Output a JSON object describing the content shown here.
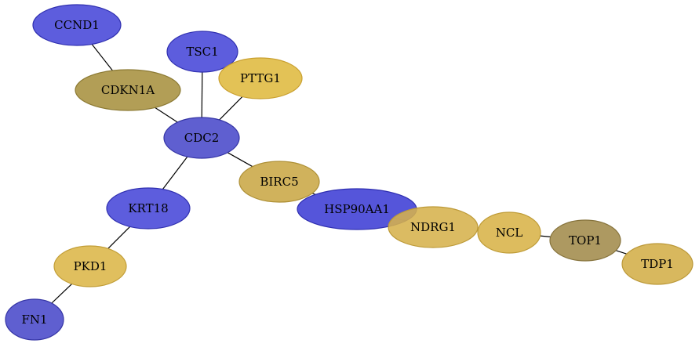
{
  "nodes": [
    {
      "id": "CCND1",
      "label": "CCND1",
      "fill": "#4B4BD9",
      "stroke": "#3030B0",
      "opacity": 0.9
    },
    {
      "id": "TSC1",
      "label": "TSC1",
      "fill": "#4B4BD9",
      "stroke": "#3030B0",
      "opacity": 0.9
    },
    {
      "id": "PTTG1",
      "label": "PTTG1",
      "fill": "#E0BB44",
      "stroke": "#C9A030",
      "opacity": 0.9
    },
    {
      "id": "CDKN1A",
      "label": "CDKN1A",
      "fill": "#AA9444",
      "stroke": "#8C7A34",
      "opacity": 0.9
    },
    {
      "id": "CDC2",
      "label": "CDC2",
      "fill": "#4E4ECB",
      "stroke": "#3535A5",
      "opacity": 0.9
    },
    {
      "id": "BIRC5",
      "label": "BIRC5",
      "fill": "#CBAA4A",
      "stroke": "#AE9036",
      "opacity": 0.9
    },
    {
      "id": "KRT18",
      "label": "KRT18",
      "fill": "#4B4BD9",
      "stroke": "#3030B0",
      "opacity": 0.9
    },
    {
      "id": "HSP90AA1",
      "label": "HSP90AA1",
      "fill": "#4242D6",
      "stroke": "#2E2EB0",
      "opacity": 0.9
    },
    {
      "id": "NDRG1",
      "label": "NDRG1",
      "fill": "#D6B24C",
      "stroke": "#BD9A38",
      "opacity": 0.88
    },
    {
      "id": "NCL",
      "label": "NCL",
      "fill": "#D9B54D",
      "stroke": "#BF9C38",
      "opacity": 0.9
    },
    {
      "id": "TOP1",
      "label": "TOP1",
      "fill": "#A48E50",
      "stroke": "#86733C",
      "opacity": 0.9
    },
    {
      "id": "TDP1",
      "label": "TDP1",
      "fill": "#D4B04C",
      "stroke": "#BB9838",
      "opacity": 0.9
    },
    {
      "id": "PKD1",
      "label": "PKD1",
      "fill": "#DDB84C",
      "stroke": "#C29E38",
      "opacity": 0.9
    },
    {
      "id": "FN1",
      "label": "FN1",
      "fill": "#4E4ECB",
      "stroke": "#3535A5",
      "opacity": 0.9
    }
  ],
  "edges": [
    {
      "from": "CCND1",
      "to": "CDKN1A"
    },
    {
      "from": "CDKN1A",
      "to": "CDC2"
    },
    {
      "from": "TSC1",
      "to": "CDC2"
    },
    {
      "from": "PTTG1",
      "to": "CDC2"
    },
    {
      "from": "CDC2",
      "to": "BIRC5"
    },
    {
      "from": "CDC2",
      "to": "KRT18"
    },
    {
      "from": "BIRC5",
      "to": "HSP90AA1"
    },
    {
      "from": "HSP90AA1",
      "to": "NDRG1"
    },
    {
      "from": "NDRG1",
      "to": "NCL"
    },
    {
      "from": "NCL",
      "to": "TOP1"
    },
    {
      "from": "TOP1",
      "to": "TDP1"
    },
    {
      "from": "KRT18",
      "to": "PKD1"
    },
    {
      "from": "PKD1",
      "to": "FN1"
    }
  ]
}
